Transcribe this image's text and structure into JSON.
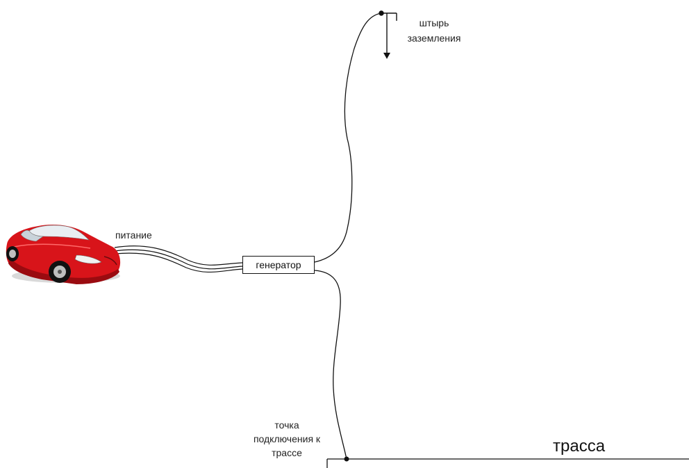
{
  "diagram": {
    "nodes": {
      "generator": "генератор"
    },
    "labels": {
      "power": "питание",
      "ground_pin_line1": "штырь",
      "ground_pin_line2": "заземления",
      "connection_line1": "точка",
      "connection_line2": "подключения к",
      "connection_line3": "трассе",
      "track": "трасса"
    },
    "edges": [
      {
        "from": "car",
        "to": "генератор",
        "label": "питание"
      },
      {
        "from": "генератор",
        "to": "штырь заземления"
      },
      {
        "from": "генератор",
        "to": "точка подключения к трассе"
      }
    ],
    "colors": {
      "car_body": "#d8141a",
      "line": "#111111"
    },
    "icons": [
      "car-icon",
      "ground-pin-icon",
      "connection-dot-icon"
    ]
  }
}
